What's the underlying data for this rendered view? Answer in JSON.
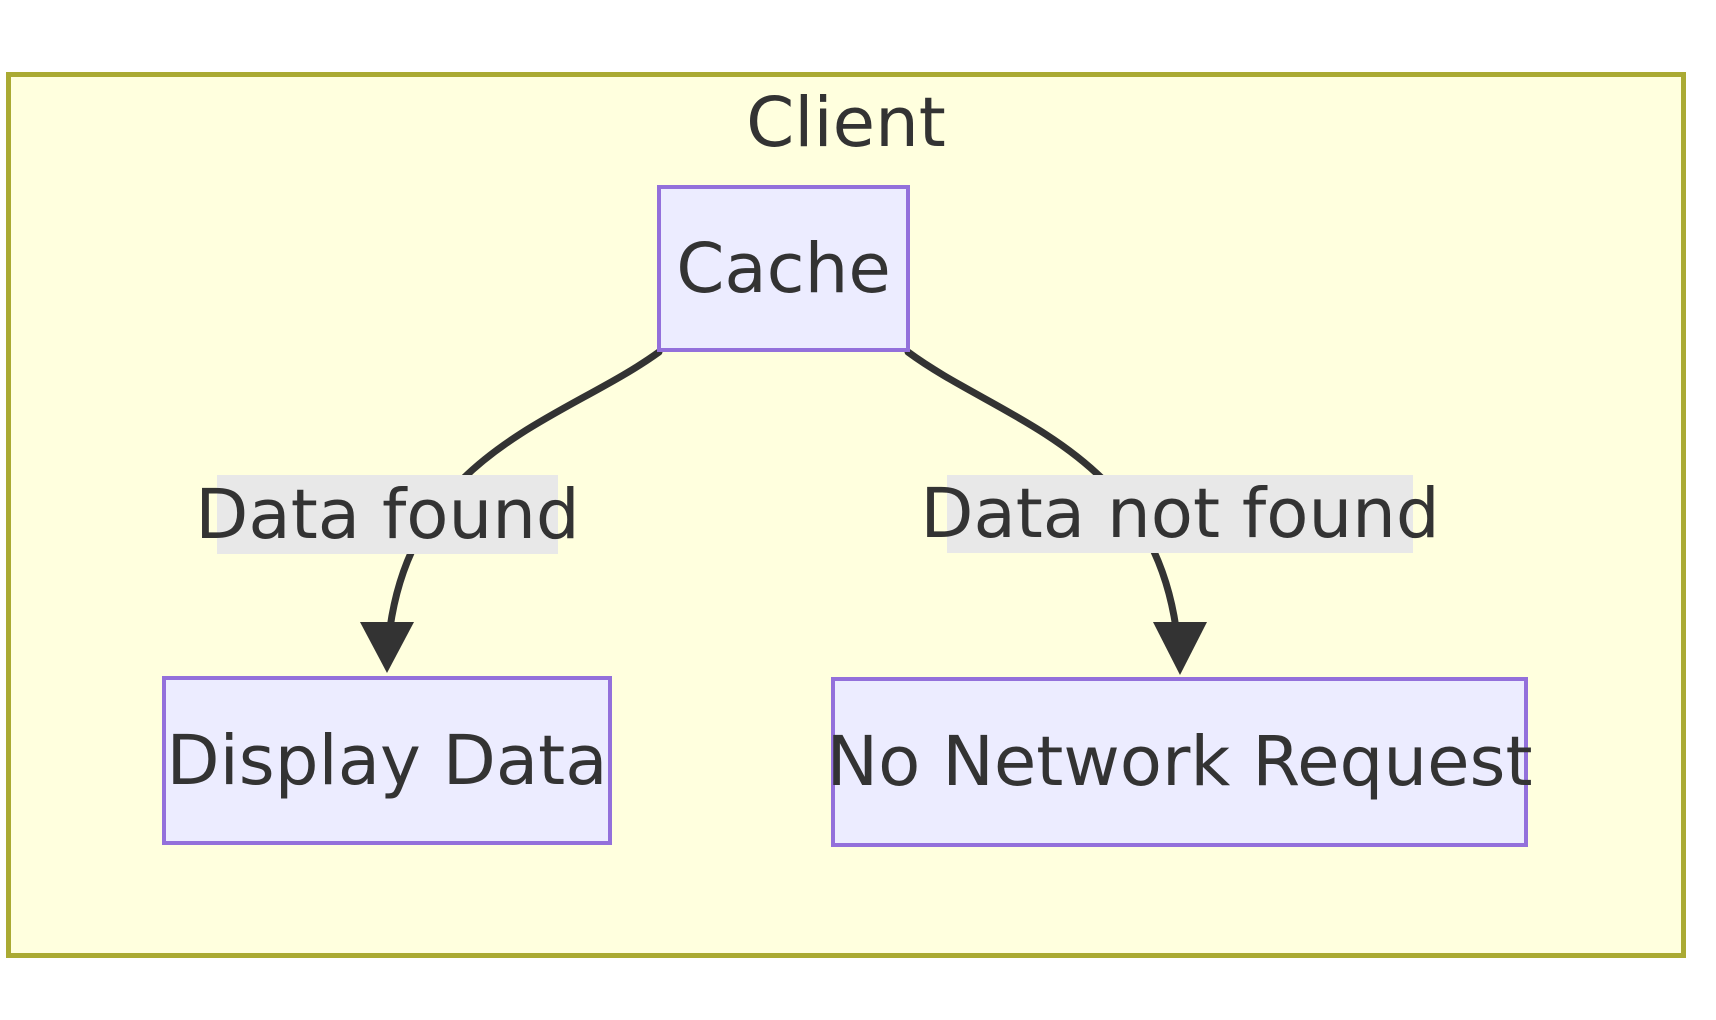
{
  "diagram": {
    "type": "flowchart",
    "title": "Client",
    "nodes": {
      "cache": {
        "label": "Cache"
      },
      "display": {
        "label": "Display Data"
      },
      "no_network": {
        "label": "No Network Request"
      }
    },
    "edges": {
      "found": {
        "label": "Data found",
        "from": "Cache",
        "to": "Display Data"
      },
      "not_found": {
        "label": "Data not found",
        "from": "Cache",
        "to": "No Network Request"
      }
    },
    "colors": {
      "canvas_bg": "#FFFFFF",
      "subgraph_fill": "#FFFFDE",
      "subgraph_border": "#AAAA33",
      "node_fill": "#ECECFF",
      "node_border": "#9370DB",
      "edge_stroke": "#333333",
      "edge_label_bg": "#E8E8E8",
      "text": "#333333"
    }
  }
}
